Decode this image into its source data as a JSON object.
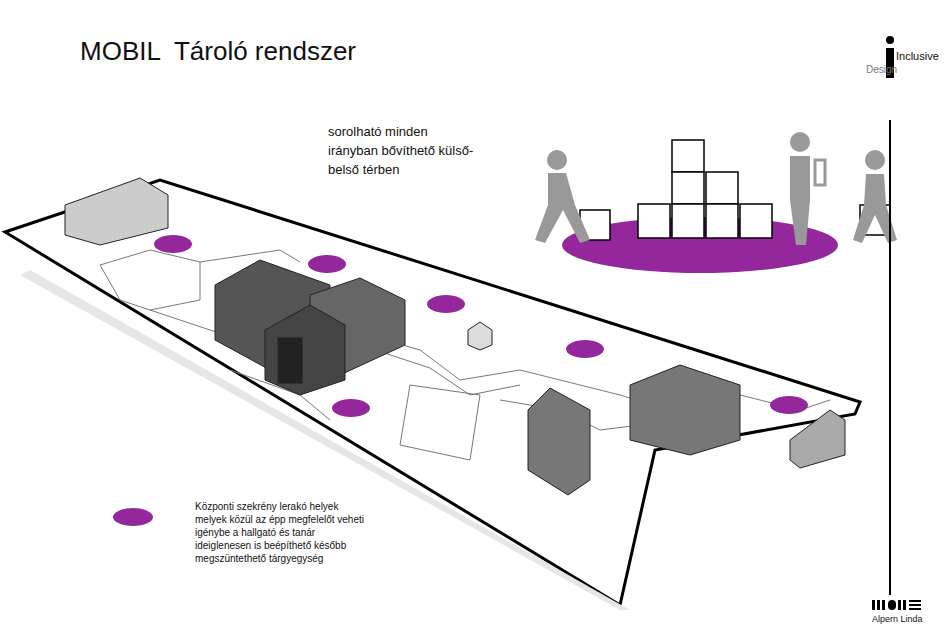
{
  "diagram": {
    "title": "MOBIL  Tároló rendszer",
    "labels": [
      "sorolható minden irányban bővíthető külső-belső térben",
      "Inclusive",
      "Design",
      "Alpern Linda"
    ],
    "legend": [
      {
        "text": "Központi szekrény lerakó helyek melyek közül az épp megfelelőt veheti igénybe a hallgató és tanár ideiglenesen is beépíthető később megszüntethető tárgyegység",
        "color": "#94279c"
      }
    ]
  }
}
